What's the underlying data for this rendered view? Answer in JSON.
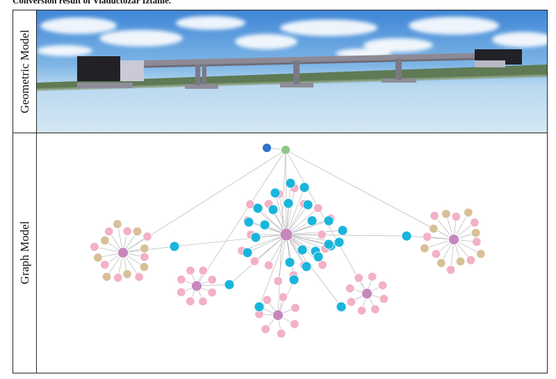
{
  "caption": "Conversion result of Viaductozar Iztahle.",
  "rows": {
    "geometric_label": "Geometric Model",
    "graph_label": "Graph Model"
  },
  "colors": {
    "root_node": "#2f74c9",
    "project_node": "#8fc78a",
    "element_node": "#19b5dc",
    "group_hub": "#c687bd",
    "leaf_pink": "#f2b1c6",
    "leaf_tan": "#d8c098",
    "sky": "#6aa6e0",
    "ground": "#5f7a55",
    "deck": "#8d8a95"
  }
}
